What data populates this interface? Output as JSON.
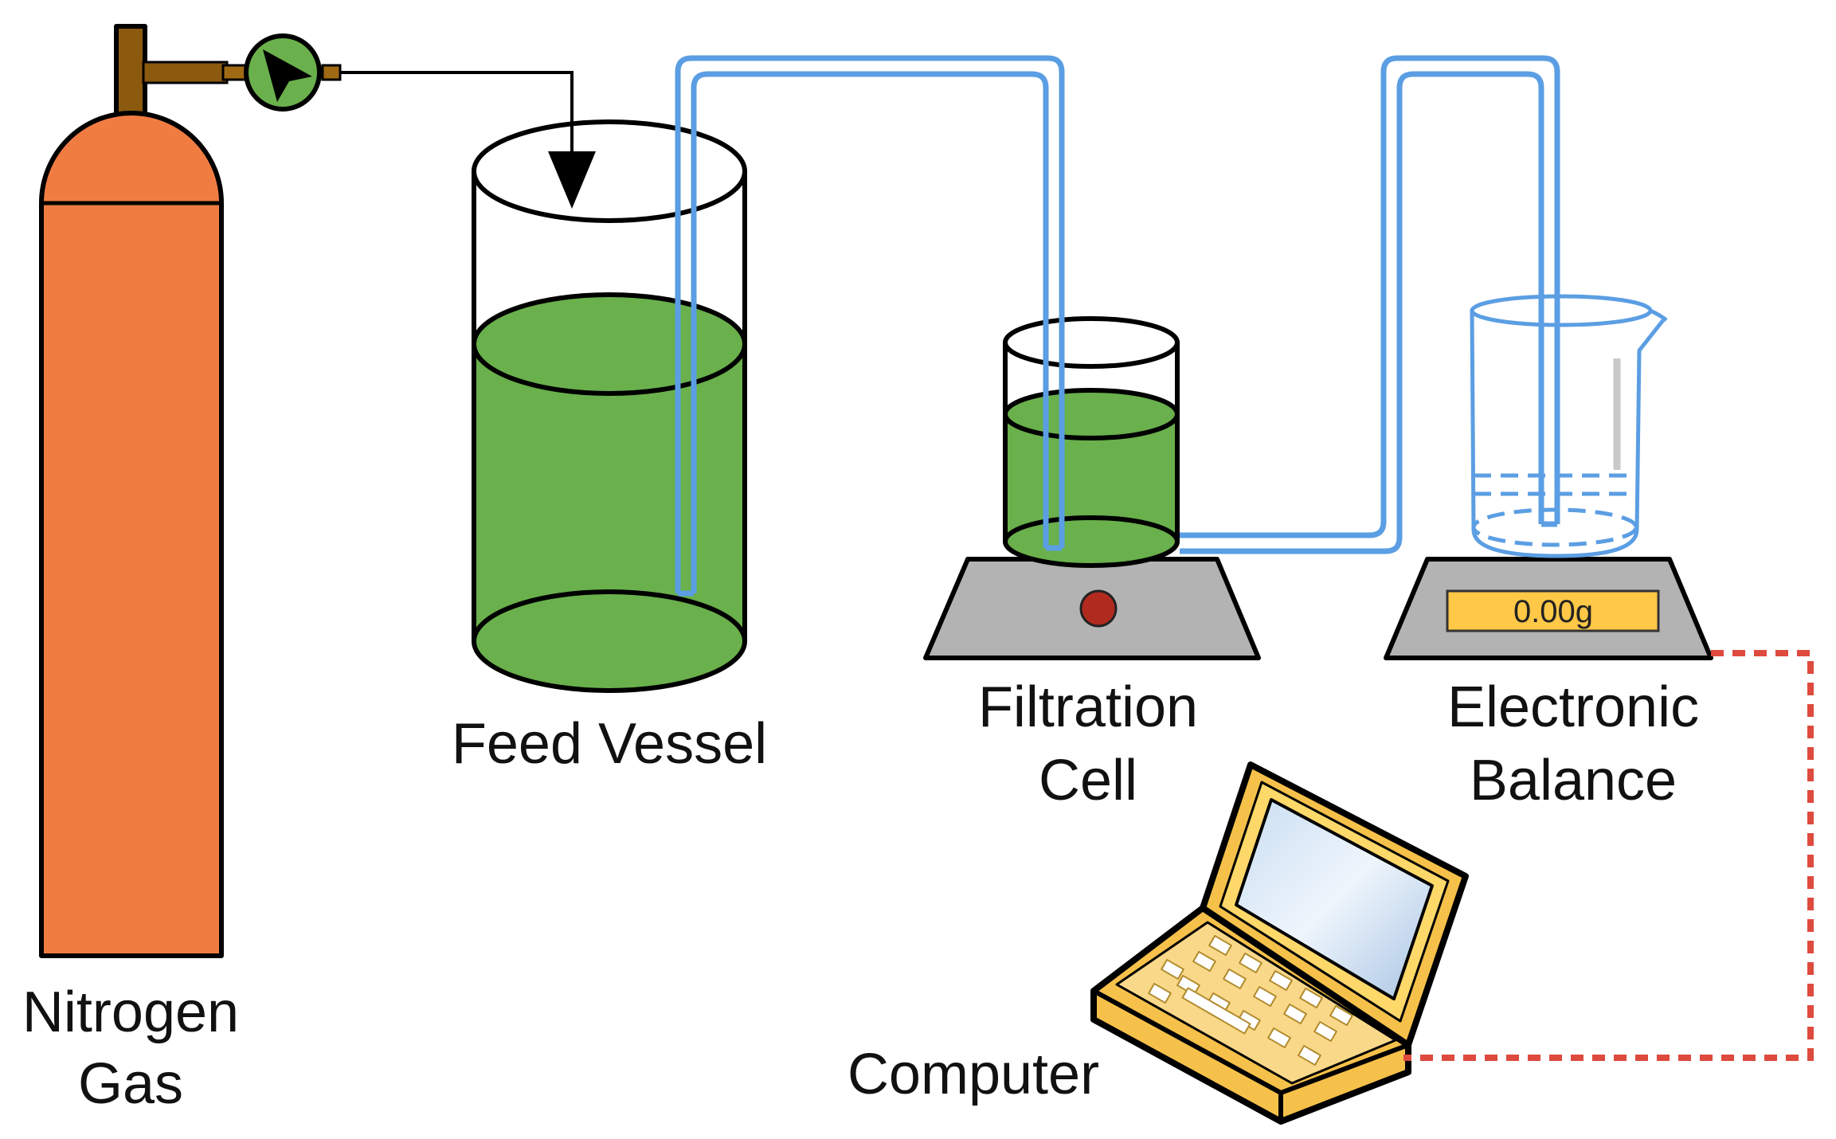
{
  "labels": {
    "nitrogen_line1": "Nitrogen",
    "nitrogen_line2": "Gas",
    "feed_vessel": "Feed Vessel",
    "filtration_line1": "Filtration",
    "filtration_line2": "Cell",
    "balance_line1": "Electronic",
    "balance_line2": "Balance",
    "computer": "Computer"
  },
  "balance_readout": "0.00g",
  "icons": {
    "cylinder": "gas-cylinder-icon",
    "regulator": "pressure-regulator-icon",
    "laptop": "laptop-icon",
    "beaker": "beaker-icon"
  },
  "colors": {
    "cylinder": "#f07c42",
    "liquid": "#6ab04c",
    "tubing": "#5b9ee3",
    "stage": "#b3b3b3",
    "stir_dot": "#b02a1e",
    "display": "#ffc847",
    "data_link": "#de4a3e",
    "valve_brass": "#8b5a0f"
  }
}
